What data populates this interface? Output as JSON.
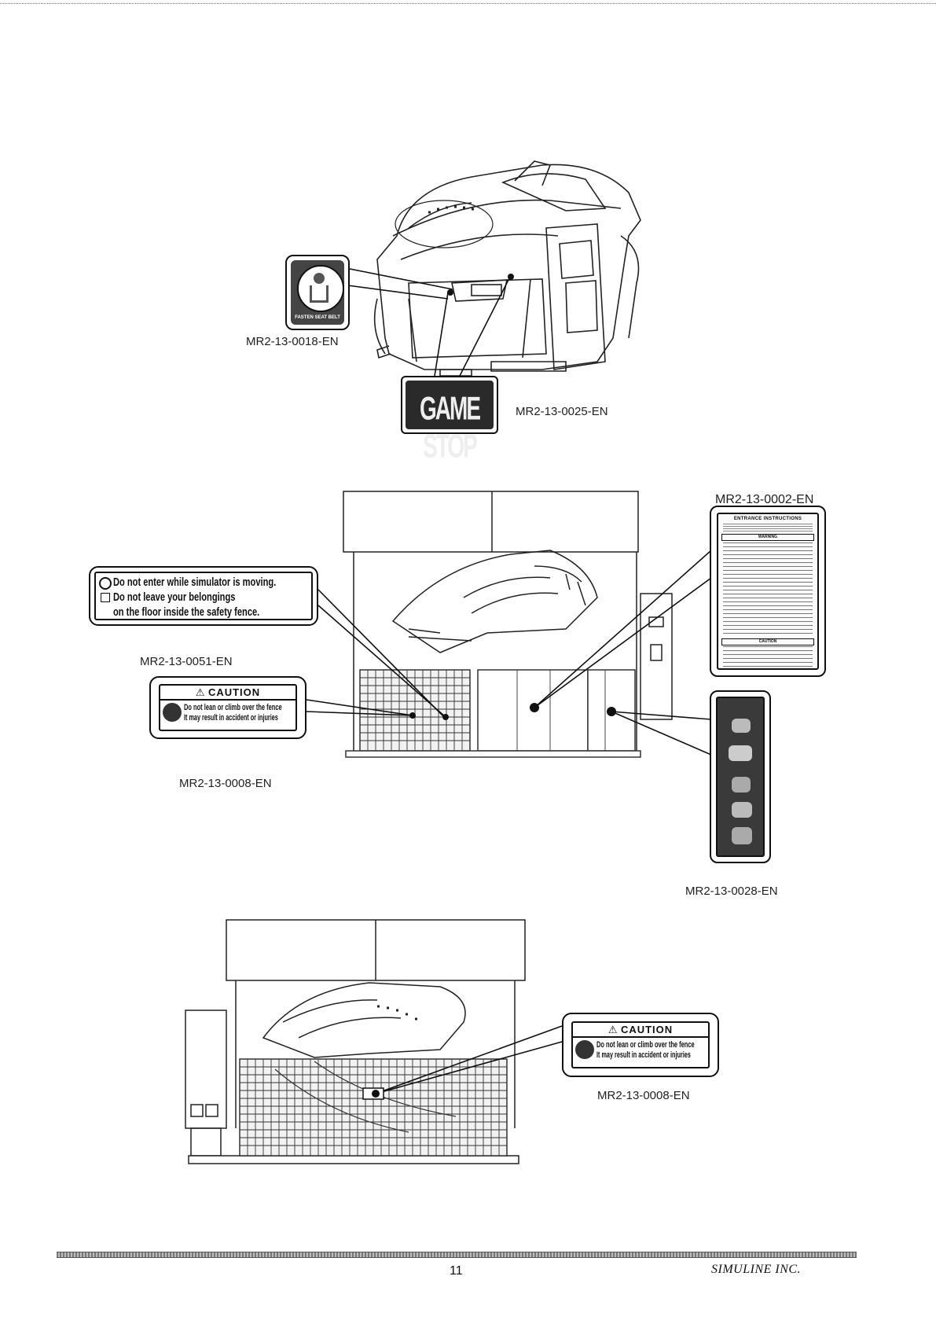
{
  "labels": {
    "seatbelt_part": "MR2-13-0018-EN",
    "gamestop_part": "MR2-13-0025-EN",
    "entrance_part": "MR2-13-0002-EN",
    "warning_part": "MR2-13-0051-EN",
    "caution_part_1": "MR2-13-0008-EN",
    "game_controls_part": "MR2-13-0028-EN",
    "caution_part_2": "MR2-13-0008-EN"
  },
  "decals": {
    "seatbelt_text": "FASTEN SEAT BELT",
    "gamestop_text": "GAME STOP",
    "warning_line1": "Do not enter while simulator is moving.",
    "warning_line2": "Do not leave your belongings",
    "warning_line3": "on the floor inside the safety fence.",
    "caution_title": "CAUTION",
    "caution_line1": "Do not lean or climb over the fence",
    "caution_line2": "It may result in accident or injuries",
    "entrance_title": "ENTRANCE INSTRUCTIONS",
    "entrance_warning_heading": "WARNING",
    "entrance_caution_heading": "CAUTION"
  },
  "footer": {
    "page_number": "11",
    "company": "SIMULINE INC."
  },
  "colors": {
    "ink": "#111111",
    "gamestop_bg": "#2a2a2a",
    "controls_bg": "#3a3a3a"
  }
}
